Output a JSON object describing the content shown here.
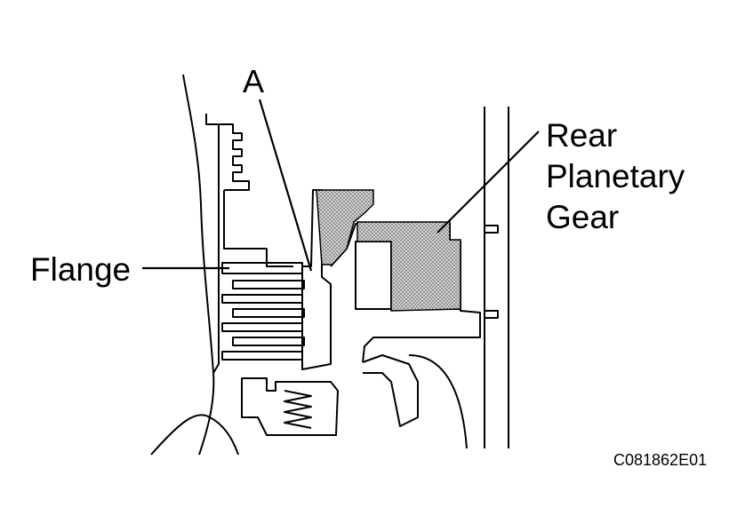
{
  "labels": {
    "a": "A",
    "rear_line1": "Rear",
    "rear_line2": "Planetary",
    "rear_line3": "Gear",
    "flange": "Flange"
  },
  "figure_code": "C081862E01",
  "colors": {
    "line": "#000000",
    "stipple": "#9a9a9a",
    "background": "#ffffff"
  }
}
